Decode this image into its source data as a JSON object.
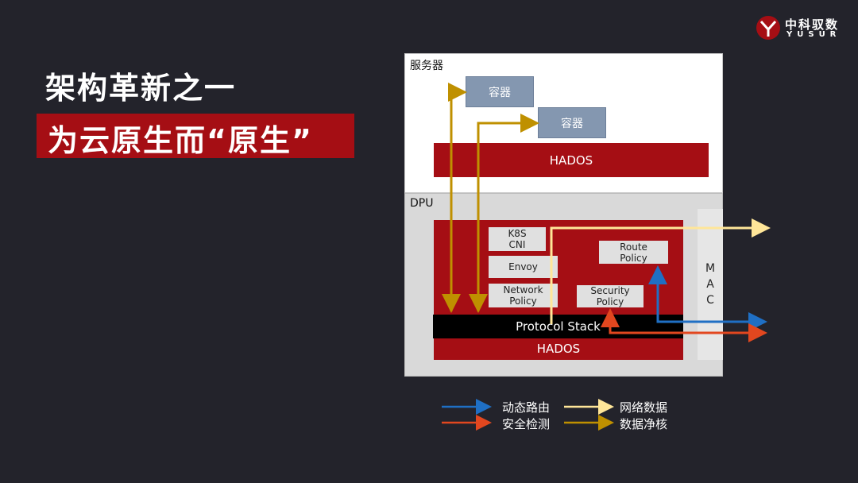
{
  "title": {
    "line1": "架构革新之一",
    "line2": "为云原生而“原生”"
  },
  "logo": {
    "cn": "中科驭数",
    "en": "YUSUR",
    "icon": "yusur-logo-icon"
  },
  "diagram": {
    "server_label": "服务器",
    "container1": "容器",
    "container2": "容器",
    "server_hados": "HADOS",
    "dpu_label": "DPU",
    "k8s_cni": "K8S",
    "k8s_cni_line2": "CNI",
    "envoy": "Envoy",
    "network_policy": "Network",
    "network_policy_line2": "Policy",
    "security_policy": "Security",
    "security_policy_line2": "Policy",
    "route_policy": "Route",
    "route_policy_line2": "Policy",
    "protocol_stack": "Protocol Stack",
    "dpu_hados": "HADOS",
    "mac": [
      "M",
      "A",
      "C"
    ]
  },
  "legend": [
    {
      "label": "动态路由",
      "color": "#1f6fc4"
    },
    {
      "label": "网络数据",
      "color": "#ffe699"
    },
    {
      "label": "安全检测",
      "color": "#e2471f"
    },
    {
      "label": "数据净核",
      "color": "#bf9000"
    }
  ],
  "colors": {
    "background": "#23232b",
    "accent_red": "#a50e14",
    "container_blue": "#8497b0"
  }
}
